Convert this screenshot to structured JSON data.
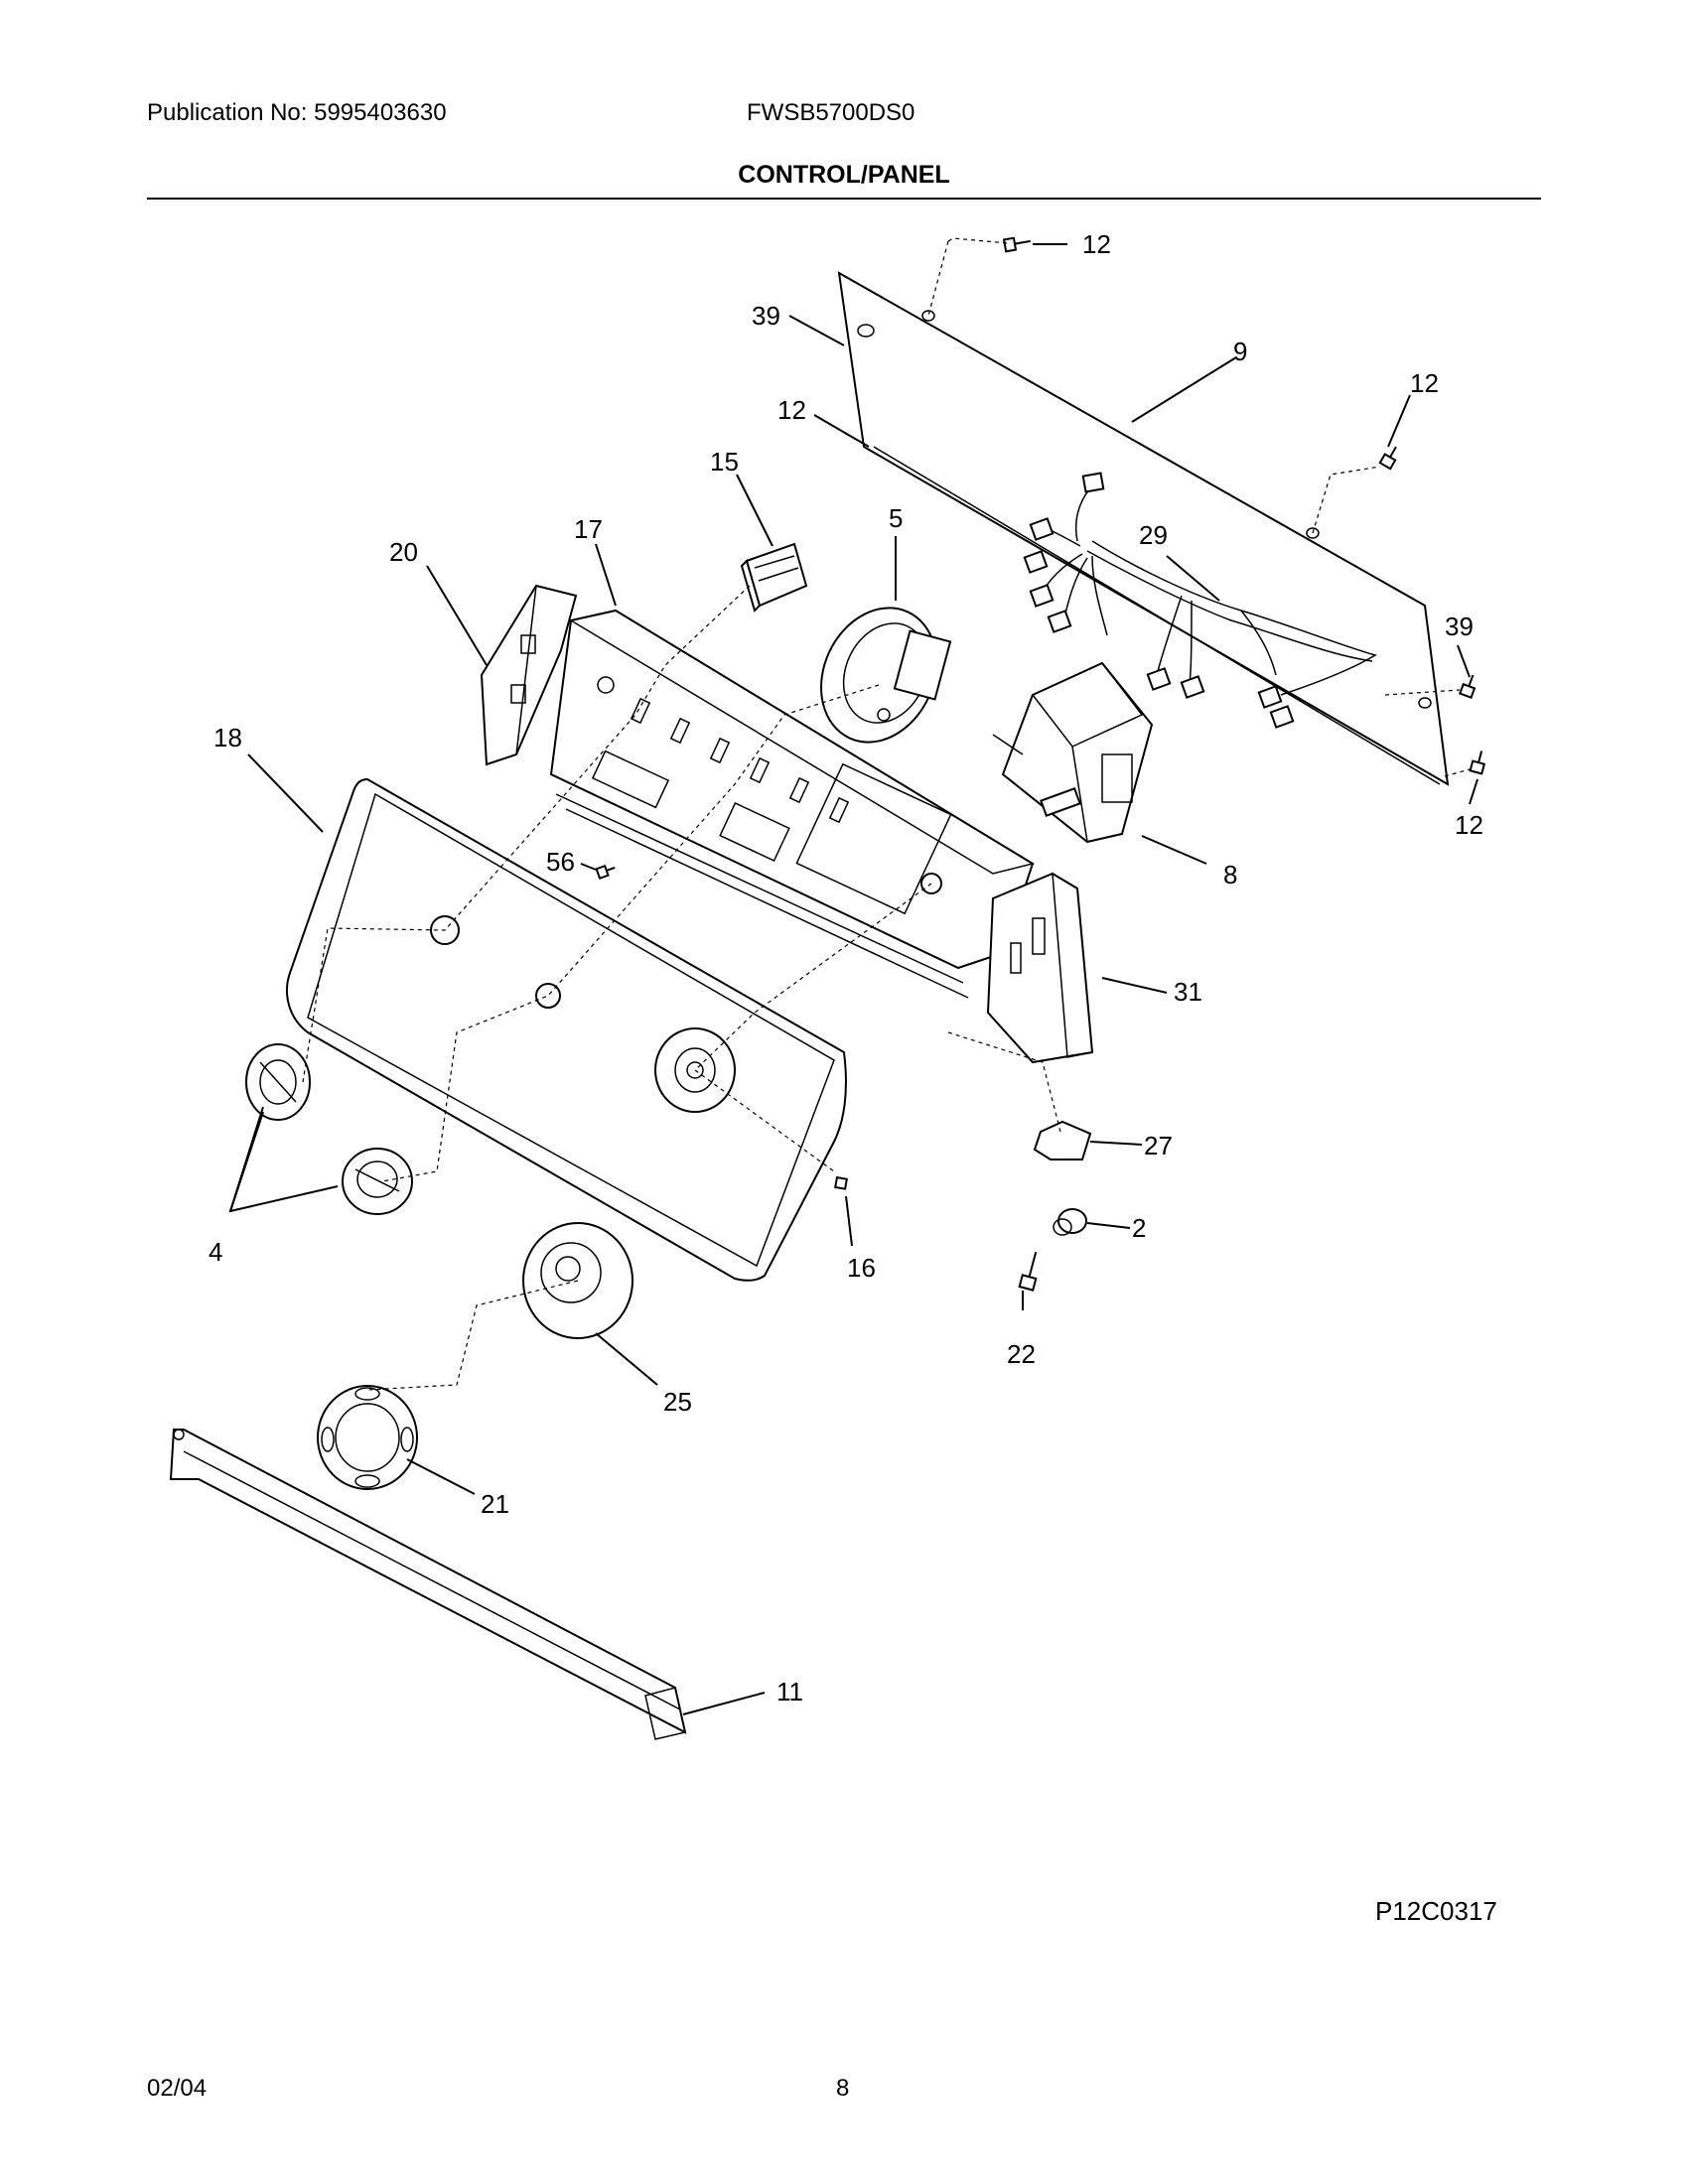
{
  "header": {
    "publication": "Publication No: 5995403630",
    "model": "FWSB5700DS0",
    "title": "CONTROL/PANEL"
  },
  "footer": {
    "date": "02/04",
    "page": "8"
  },
  "figure_code": "P12C0317",
  "callouts": {
    "c12a": "12",
    "c39a": "39",
    "c9": "9",
    "c12b": "12",
    "c12c": "12",
    "c15": "15",
    "c5": "5",
    "c17": "17",
    "c20": "20",
    "c29": "29",
    "c39b": "39",
    "c18": "18",
    "c12d": "12",
    "c8": "8",
    "c56": "56",
    "c31": "31",
    "c27": "27",
    "c4": "4",
    "c16": "16",
    "c2": "2",
    "c22": "22",
    "c25": "25",
    "c21": "21",
    "c11": "11"
  }
}
